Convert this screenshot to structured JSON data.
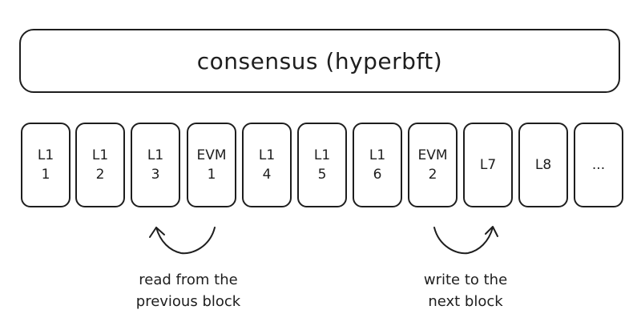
{
  "consensus": {
    "label": "consensus (hyperbft)"
  },
  "blocks": [
    {
      "line1": "L1",
      "line2": "1"
    },
    {
      "line1": "L1",
      "line2": "2"
    },
    {
      "line1": "L1",
      "line2": "3"
    },
    {
      "line1": "EVM",
      "line2": "1"
    },
    {
      "line1": "L1",
      "line2": "4"
    },
    {
      "line1": "L1",
      "line2": "5"
    },
    {
      "line1": "L1",
      "line2": "6"
    },
    {
      "line1": "EVM",
      "line2": "2"
    },
    {
      "line1": "L7",
      "line2": ""
    },
    {
      "line1": "L8",
      "line2": ""
    },
    {
      "line1": "...",
      "line2": ""
    }
  ],
  "annotations": {
    "read": {
      "line1": "read from the",
      "line2": "previous block"
    },
    "write": {
      "line1": "write to the",
      "line2": "next block"
    }
  },
  "colors": {
    "stroke": "#1e1e1e",
    "background": "#ffffff"
  }
}
